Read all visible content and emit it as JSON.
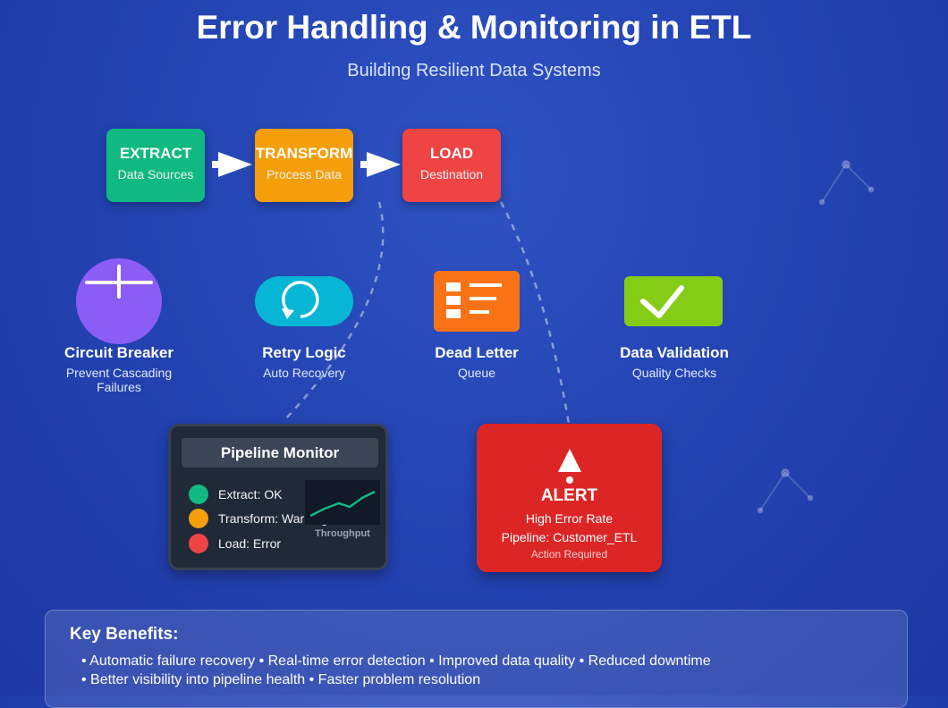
{
  "title": "Error Handling & Monitoring in ETL",
  "subtitle": "Building Resilient Data Systems",
  "colors": {
    "extract": "#10b981",
    "transform": "#f59e0b",
    "load": "#ef4444",
    "circuit_breaker": "#8b5cf6",
    "retry_logic": "#06b6d4",
    "dead_letter": "#f97316",
    "data_validation": "#84cc16",
    "alert": "#dc2626"
  },
  "stages": [
    {
      "title": "EXTRACT",
      "subtitle": "Data Sources"
    },
    {
      "title": "TRANSFORM",
      "subtitle": "Process Data"
    },
    {
      "title": "LOAD",
      "subtitle": "Destination"
    }
  ],
  "features": [
    {
      "title": "Circuit Breaker",
      "subtitle": "Prevent Cascading Failures",
      "icon": "circuit-breaker-icon"
    },
    {
      "title": "Retry Logic",
      "subtitle": "Auto Recovery",
      "icon": "retry-icon"
    },
    {
      "title": "Dead Letter",
      "subtitle": "Queue",
      "icon": "list-icon"
    },
    {
      "title": "Data Validation",
      "subtitle": "Quality Checks",
      "icon": "checkmark-icon"
    }
  ],
  "monitor": {
    "title": "Pipeline Monitor",
    "rows": [
      {
        "label": "Extract: OK",
        "color": "#10b981"
      },
      {
        "label": "Transform: Warning",
        "color": "#f59e0b"
      },
      {
        "label": "Load: Error",
        "color": "#ef4444"
      }
    ],
    "chart_label": "Throughput"
  },
  "alert": {
    "title": "ALERT",
    "line1": "High Error Rate",
    "line2": "Pipeline: Customer_ETL",
    "line3": "Action Required",
    "icon": "warning-icon"
  },
  "benefits": {
    "title": "Key Benefits:",
    "line1": "• Automatic failure recovery • Real-time error detection • Improved data quality • Reduced downtime",
    "line2": "• Better visibility into pipeline health • Faster problem resolution"
  }
}
